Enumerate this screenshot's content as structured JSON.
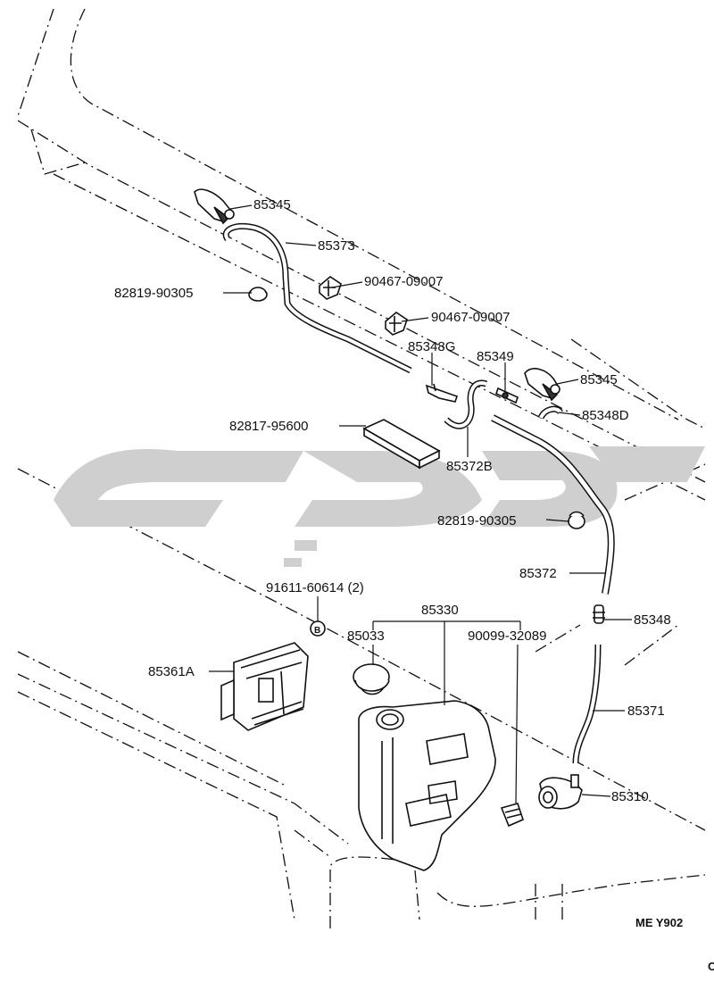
{
  "labels": {
    "p85345_top": "85345",
    "p85373": "85373",
    "p82819_top": "82819-90305",
    "p90467_a": "90467-09007",
    "p90467_b": "90467-09007",
    "p85348G": "85348G",
    "p85349": "85349",
    "p85345_right": "85345",
    "p85348D": "85348D",
    "p82817": "82817-95600",
    "p85372B": "85372B",
    "p82819_mid": "82819-90305",
    "p85372": "85372",
    "p91611": "91611-60614 (2)",
    "p85330": "85330",
    "p85033": "85033",
    "p90099": "90099-32089",
    "p85348": "85348",
    "p85361A": "85361A",
    "p85371": "85371",
    "p85310": "85310",
    "callout_B": "B"
  },
  "footer": {
    "code": "ME Y902",
    "edge": "C"
  }
}
